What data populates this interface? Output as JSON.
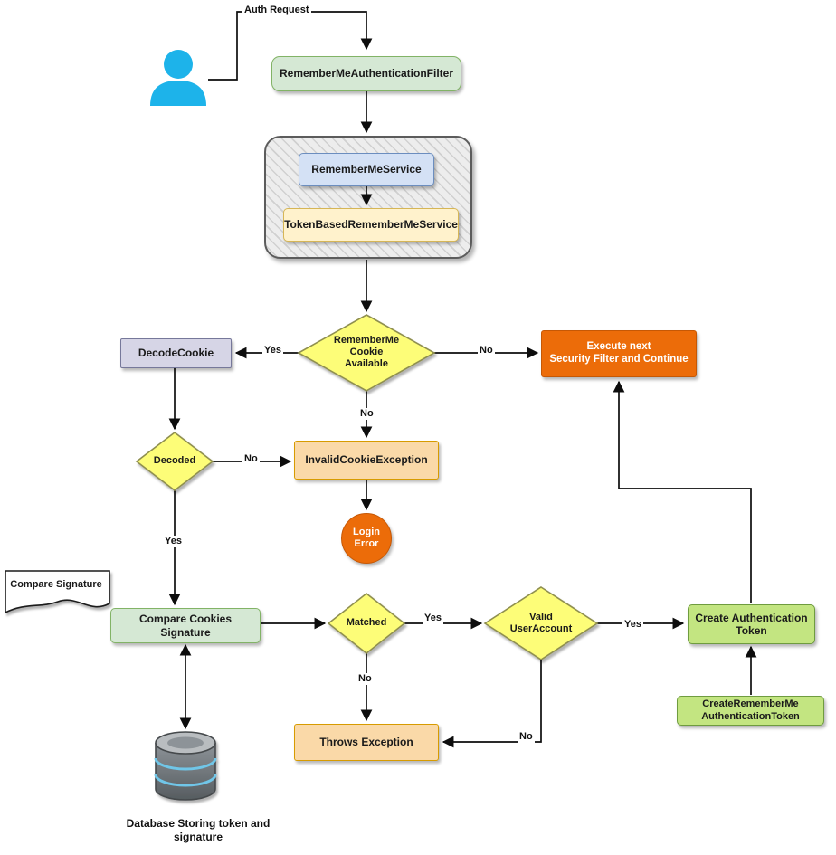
{
  "nodes": {
    "filter": "RememberMeAuthenticationFilter",
    "service": "RememberMeService",
    "token_service": "TokenBasedRememberMeService",
    "cookie_decision": "RememberMe\nCookie\nAvailable",
    "decode_cookie": "DecodeCookie",
    "execute_next": "Execute next\nSecurity Filter and Continue",
    "invalid_cookie": "InvalidCookieException",
    "login_error": "Login\nError",
    "decoded": "Decoded",
    "note": "Compare Signature",
    "compare": "Compare Cookies Signature",
    "matched": "Matched",
    "valid_user": "Valid\nUserAccount",
    "create_token": "Create Authentication\nToken",
    "create_rm_token": "CreateRememberMe\nAuthenticationToken",
    "throws": "Throws Exception",
    "db_caption": "Database Storing token and\nsignature"
  },
  "edge_labels": {
    "auth_request": "Auth Request",
    "cookie_yes": "Yes",
    "cookie_no": "No",
    "cookie_no_down": "No",
    "decoded_no": "No",
    "decoded_yes": "Yes",
    "matched_yes": "Yes",
    "matched_no": "No",
    "valid_yes": "Yes",
    "valid_no": "No"
  },
  "icons": {
    "person": "user-icon",
    "database": "database-icon"
  },
  "colors": {
    "green_fill": "#d5e8d4",
    "green_border": "#82b366",
    "lime_fill": "#c3e581",
    "yellow_fill": "#fdfd78",
    "orange_fill": "#ec6c09",
    "peach_fill": "#fad9a8",
    "peach_border": "#d79b00",
    "blue_fill": "#d4e1f5",
    "cream_fill": "#fff2cc",
    "lavender_fill": "#d6d5e6",
    "person_color": "#1db3ea",
    "edge_color": "#000000"
  }
}
